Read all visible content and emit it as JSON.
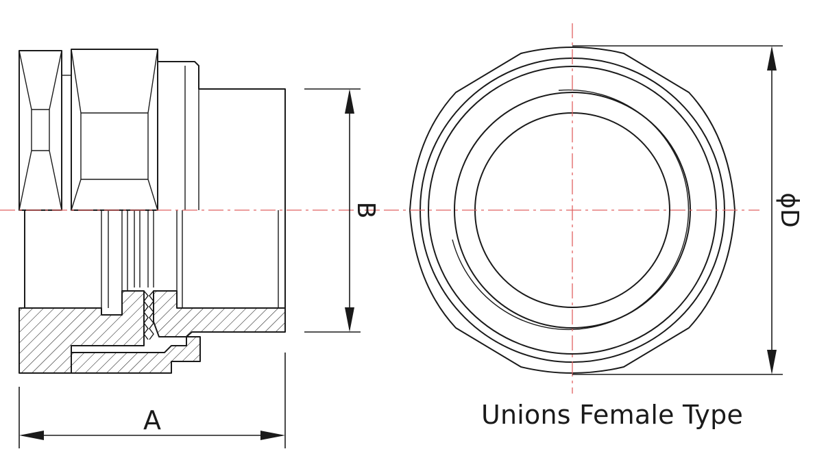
{
  "labels": {
    "dim_a": "A",
    "dim_b": "B",
    "dim_d": "ϕD",
    "caption": "Unions Female Type"
  },
  "colors": {
    "outline": "#1a1a1a",
    "centerline": "#e06060",
    "background": "#ffffff"
  }
}
